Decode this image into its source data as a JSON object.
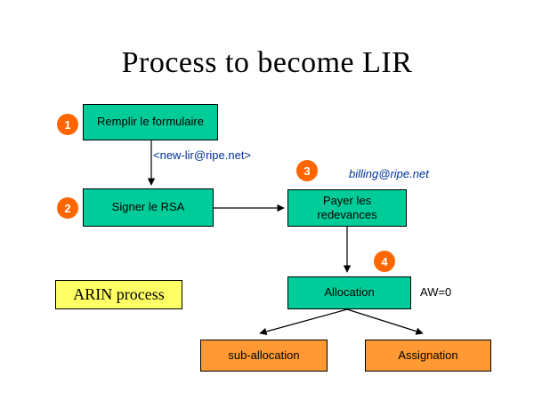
{
  "title": "Process to become LIR",
  "colors": {
    "box_green": "#00CC99",
    "box_orange": "#FF9933",
    "box_yellow": "#FFFF66",
    "badge_orange": "#FF6600",
    "email_text": "#003399"
  },
  "steps": [
    {
      "number": "1",
      "label": "Remplir le formulaire"
    },
    {
      "number": "2",
      "label": "Signer le RSA"
    },
    {
      "number": "3",
      "label_line1": "Payer les",
      "label_line2": "redevances"
    },
    {
      "number": "4",
      "label": "Allocation"
    }
  ],
  "annotations": {
    "new_lir_email": "<new-lir@ripe.net>",
    "billing_email": "billing@ripe.net",
    "allocation_note": "AW=0",
    "arin_label": "ARIN process"
  },
  "outcomes": [
    {
      "label": "sub-allocation"
    },
    {
      "label": "Assignation"
    }
  ]
}
